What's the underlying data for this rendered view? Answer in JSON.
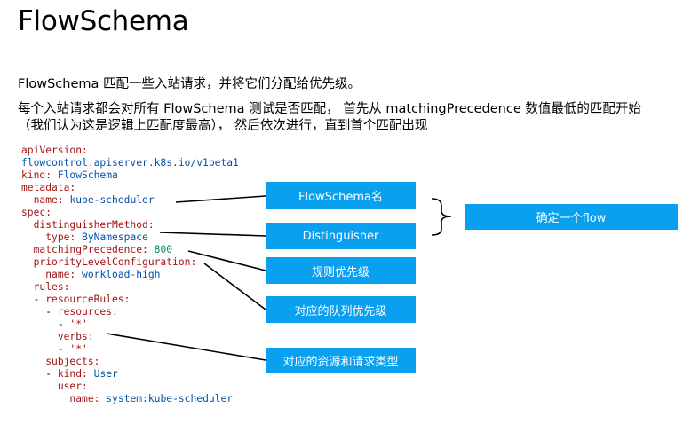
{
  "title": "FlowSchema",
  "intro": {
    "line1": "FlowSchema 匹配一些入站请求，并将它们分配给优先级。",
    "line2": "每个入站请求都会对所有 FlowSchema 测试是否匹配， 首先从 matchingPrecedence 数值最低的匹配开始",
    "line3": "（我们认为这是逻辑上匹配度最高）， 然后依次进行，直到首个匹配出现"
  },
  "code": {
    "apiVersion_key": "apiVersion:",
    "apiVersion_val": "flowcontrol.apiserver.k8s.io/v1beta1",
    "kind_key": "kind:",
    "kind_val": "FlowSchema",
    "metadata_key": "metadata:",
    "name_key": "name:",
    "name_val": "kube-scheduler",
    "spec_key": "spec:",
    "distinguisherMethod_key": "distinguisherMethod:",
    "type_key": "type:",
    "type_val": "ByNamespace",
    "matchingPrecedence_key": "matchingPrecedence:",
    "matchingPrecedence_val": "800",
    "priorityLevelConfiguration_key": "priorityLevelConfiguration:",
    "plc_name_key": "name:",
    "plc_name_val": "workload-high",
    "rules_key": "rules:",
    "resourceRules_key": "resourceRules:",
    "resources_key": "resources:",
    "resources_item": "'*'",
    "verbs_key": "verbs:",
    "verbs_item": "'*'",
    "subjects_key": "subjects:",
    "subject_kind_key": "kind:",
    "subject_kind_val": "User",
    "user_key": "user:",
    "user_name_key": "name:",
    "user_name_val": "system:kube-scheduler"
  },
  "callouts": {
    "flowschema_name": "FlowSchema名",
    "distinguisher": "Distinguisher",
    "determine_flow": "确定一个flow",
    "rule_priority": "规则优先级",
    "queue_priority": "对应的队列优先级",
    "resource_request_type": "对应的资源和请求类型"
  },
  "colors": {
    "callout_bg": "#0aa0f0",
    "code_key": "#a31515",
    "code_value": "#0451a5",
    "code_number": "#098658"
  }
}
